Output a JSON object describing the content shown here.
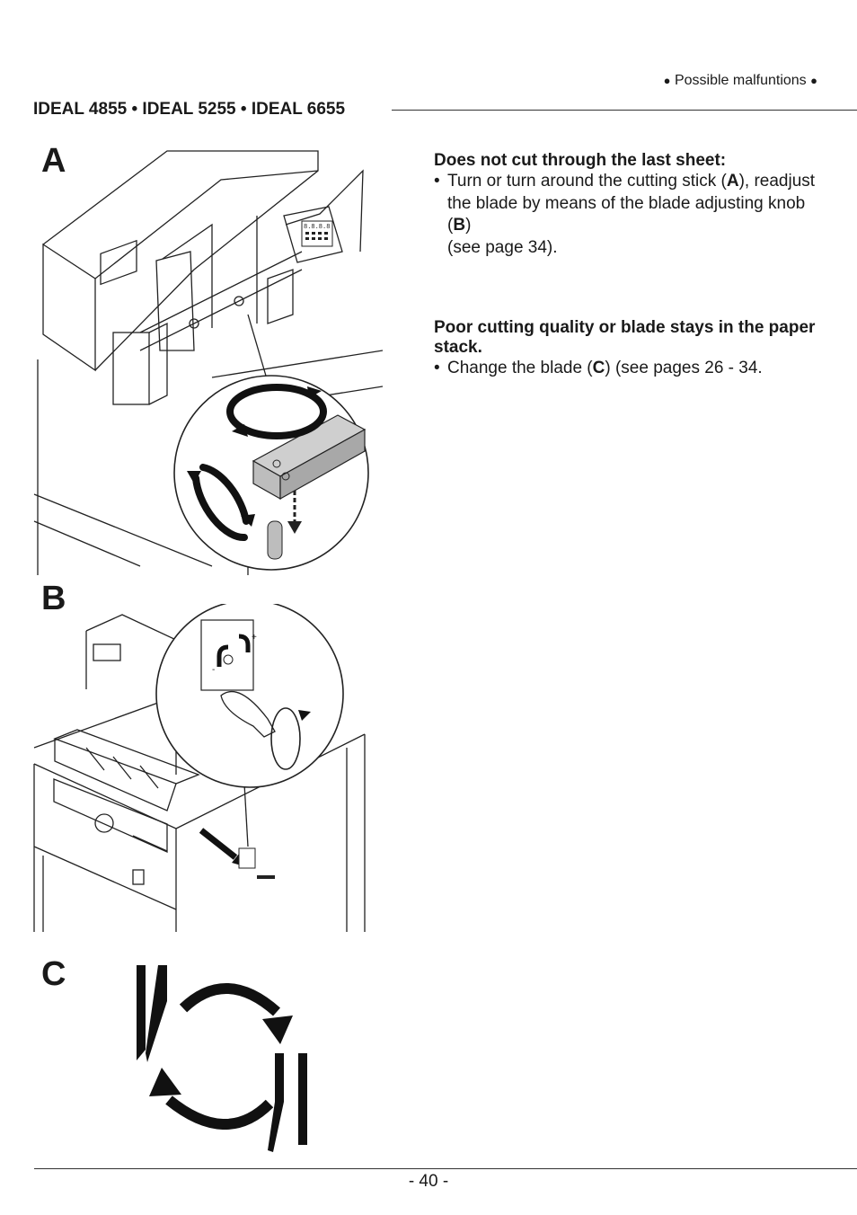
{
  "header": {
    "section": "Possible malfuntions",
    "bullet": "●",
    "models": "IDEAL 4855 • IDEAL 5255 • IDEAL 6655"
  },
  "figures": {
    "a": {
      "label": "A",
      "display_text": [
        "8.8.8.8"
      ]
    },
    "b": {
      "label": "B",
      "knob_signs": [
        "-",
        "+"
      ]
    },
    "c": {
      "label": "C"
    }
  },
  "instructions": [
    {
      "title": "Does not cut through the last sheet:",
      "items": [
        {
          "before": "Turn or turn around the cutting stick (",
          "ref": "A",
          "after": "), readjust the blade by means of the blade adjusting knob (",
          "ref2": "B",
          "after2": ")",
          "note": "(see page 34)."
        }
      ]
    },
    {
      "title": "Poor cutting quality or blade stays in the paper stack.",
      "items": [
        {
          "before": "Change the blade (",
          "ref": "C",
          "after": ") (see pages 26 - 34."
        }
      ]
    }
  ],
  "footer": {
    "page_number": "- 40 -"
  }
}
